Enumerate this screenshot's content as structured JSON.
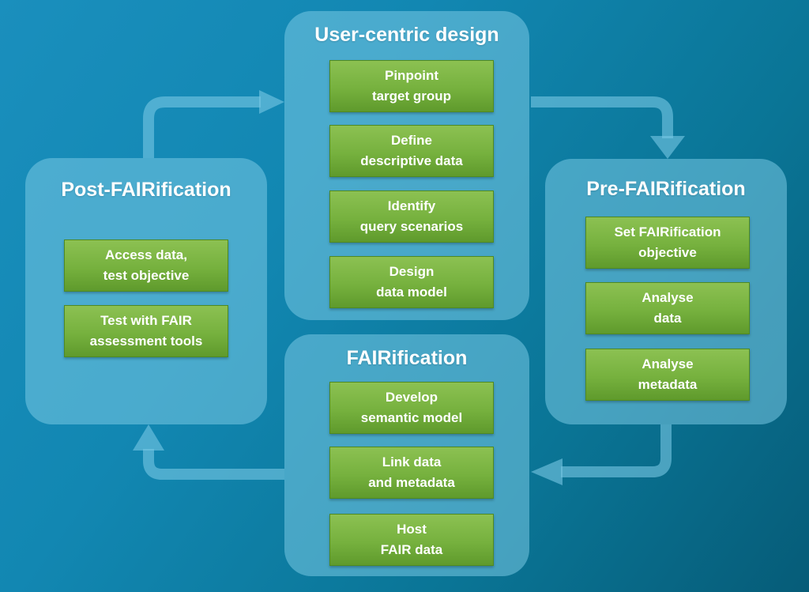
{
  "phases": {
    "user_centric": {
      "title": "User-centric design",
      "steps": [
        {
          "line1": "Pinpoint",
          "line2": "target group"
        },
        {
          "line1": "Define",
          "line2": "descriptive data"
        },
        {
          "line1": "Identify",
          "line2": "query scenarios"
        },
        {
          "line1": "Design",
          "line2": "data model"
        }
      ]
    },
    "pre": {
      "title": "Pre-FAIRification",
      "steps": [
        {
          "line1": "Set FAIRification",
          "line2": "objective"
        },
        {
          "line1": "Analyse",
          "line2": "data"
        },
        {
          "line1": "Analyse",
          "line2": "metadata"
        }
      ]
    },
    "fairification": {
      "title": "FAIRification",
      "steps": [
        {
          "line1": "Develop",
          "line2": "semantic model"
        },
        {
          "line1": "Link data",
          "line2": "and metadata"
        },
        {
          "line1": "Host",
          "line2": "FAIR data"
        }
      ]
    },
    "post": {
      "title": "Post-FAIRification",
      "steps": [
        {
          "line1": "Access data,",
          "line2": "test objective"
        },
        {
          "line1": "Test with FAIR",
          "line2": "assessment tools"
        }
      ]
    }
  }
}
